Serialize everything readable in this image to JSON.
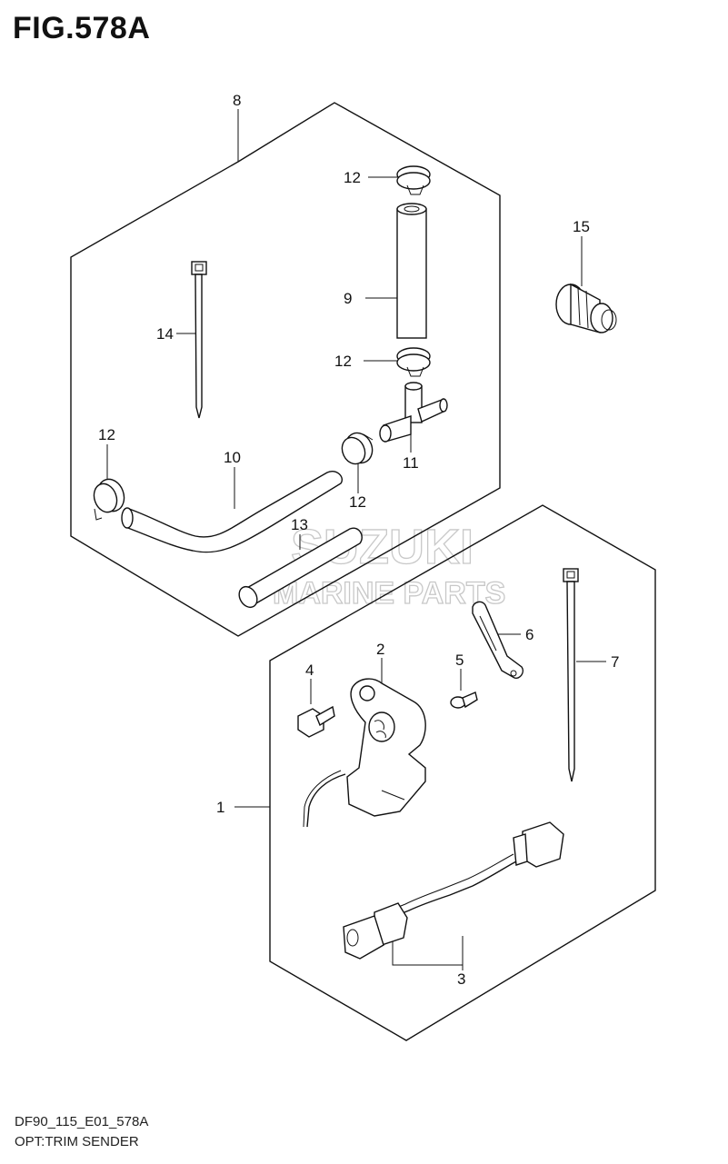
{
  "figure": {
    "title": "FIG.578A",
    "code": "DF90_115_E01_578A",
    "subtitle": "OPT:TRIM SENDER"
  },
  "watermark": {
    "line1": "SUZUKI",
    "line2": "MARINE PARTS",
    "color": "#c8c8c8"
  },
  "callouts": {
    "p1": "1",
    "p2": "2",
    "p3": "3",
    "p4": "4",
    "p5": "5",
    "p6": "6",
    "p7": "7",
    "p8": "8",
    "p9": "9",
    "p10": "10",
    "p11": "11",
    "p12a": "12",
    "p12b": "12",
    "p12c": "12",
    "p12d": "12",
    "p13": "13",
    "p14": "14",
    "p15": "15"
  }
}
